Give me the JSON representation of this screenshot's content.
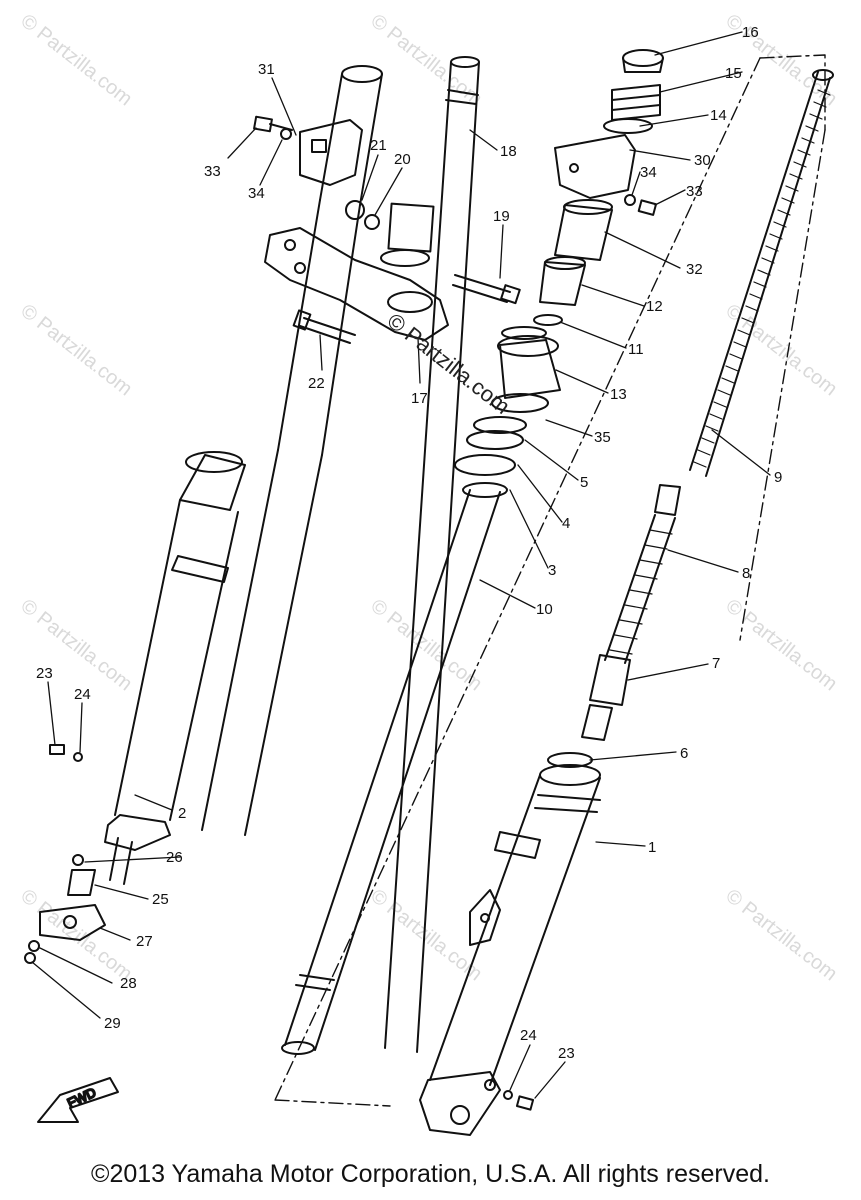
{
  "watermark": "© Partzilla.com",
  "copyright": "©2013 Yamaha Motor Corporation, U.S.A. All rights reserved.",
  "fwd_label": "FWD",
  "callouts": {
    "c1": "1",
    "c2": "2",
    "c3": "3",
    "c4": "4",
    "c5": "5",
    "c6": "6",
    "c7": "7",
    "c8": "8",
    "c9": "9",
    "c10": "10",
    "c11": "11",
    "c12": "12",
    "c13": "13",
    "c14": "14",
    "c15": "15",
    "c16": "16",
    "c17": "17",
    "c18": "18",
    "c19": "19",
    "c20": "20",
    "c21": "21",
    "c22": "22",
    "c23a": "23",
    "c23b": "23",
    "c24a": "24",
    "c24b": "24",
    "c25": "25",
    "c26": "26",
    "c27": "27",
    "c28": "28",
    "c29": "29",
    "c30": "30",
    "c31": "31",
    "c32": "32",
    "c33a": "33",
    "c33b": "33",
    "c34a": "34",
    "c34b": "34",
    "c35": "35"
  }
}
